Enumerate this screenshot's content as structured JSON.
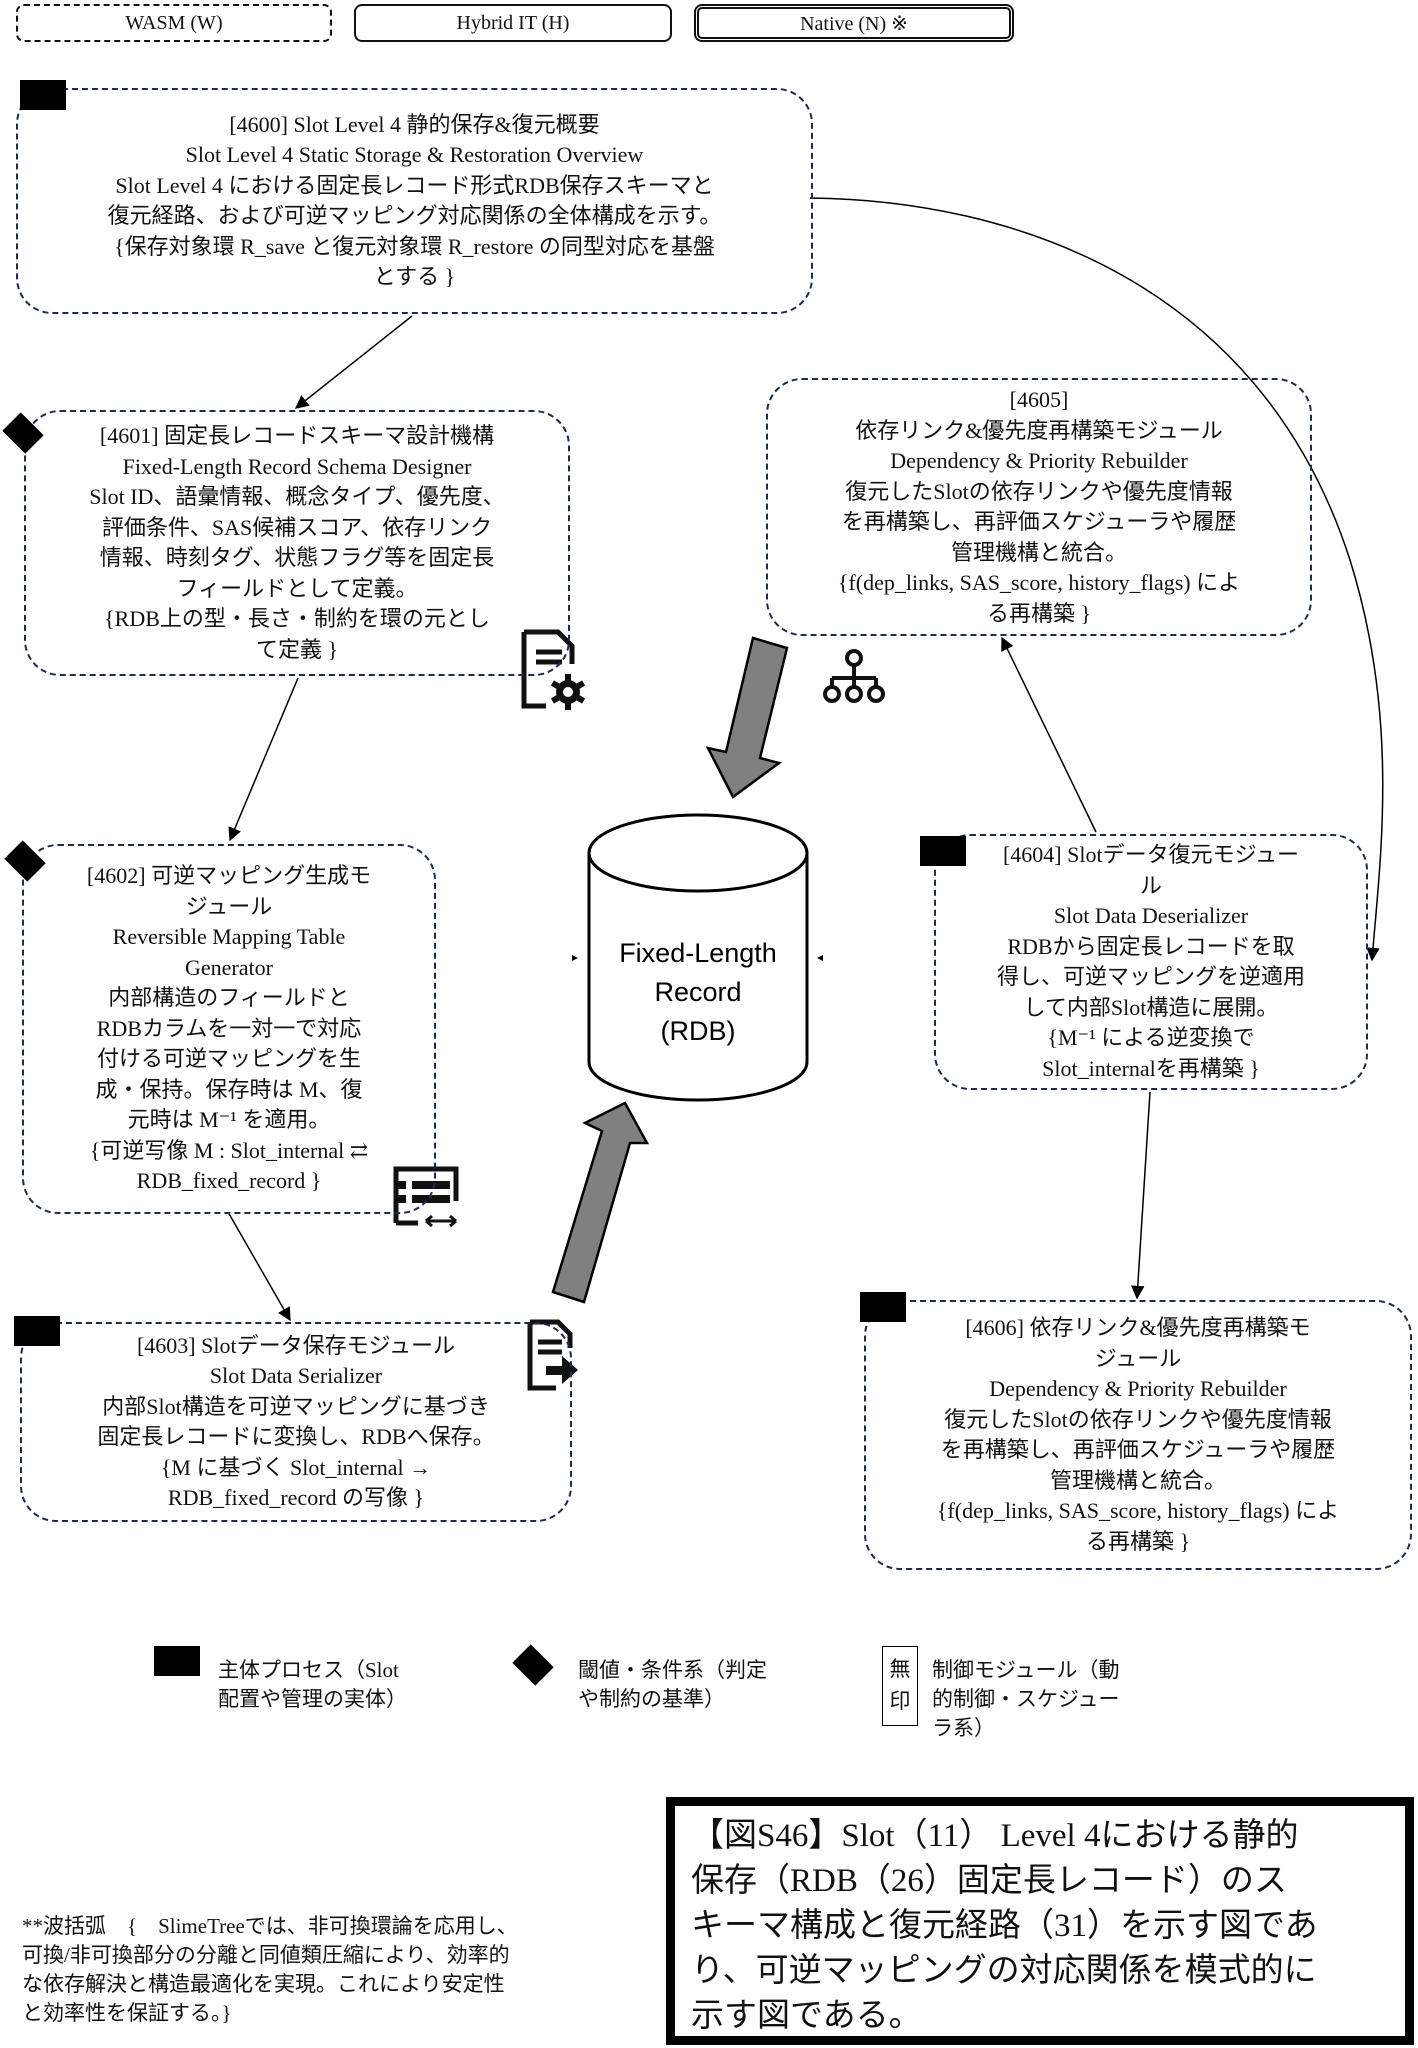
{
  "mode_buttons": [
    {
      "label": "WASM (W)",
      "style": "dashed"
    },
    {
      "label": "Hybrid IT (H)",
      "style": "solid"
    },
    {
      "label": "Native (N) ※",
      "style": "double",
      "selected": true
    }
  ],
  "nodes": {
    "n4600": {
      "marker": "square",
      "lines": [
        "[4600] Slot Level 4 静的保存&復元概要",
        "Slot Level 4 Static Storage & Restoration Overview",
        "Slot Level 4 における固定長レコード形式RDB保存スキーマと",
        "復元経路、および可逆マッピング対応関係の全体構成を示す。",
        "{保存対象環 R_save と復元対象環 R_restore の同型対応を基盤",
        "とする }"
      ]
    },
    "n4601": {
      "marker": "diamond",
      "icon": "document-gear-icon",
      "lines": [
        "[4601] 固定長レコードスキーマ設計機構",
        "Fixed-Length Record Schema Designer",
        "Slot ID、語彙情報、概念タイプ、優先度、",
        "評価条件、SAS候補スコア、依存リンク",
        "情報、時刻タグ、状態フラグ等を固定長",
        "フィールドとして定義。",
        "{RDB上の型・長さ・制約を環の元とし",
        "て定義 }"
      ]
    },
    "n4602": {
      "marker": "diamond",
      "icon": "table-swap-icon",
      "lines": [
        "[4602] 可逆マッピング生成モ",
        "ジュール",
        "Reversible Mapping Table",
        "Generator",
        "内部構造のフィールドと",
        "RDBカラムを一対一で対応",
        "付ける可逆マッピングを生",
        "成・保持。保存時は M、復",
        "元時は M⁻¹ を適用。",
        "{可逆写像 M : Slot_internal ⇄",
        "RDB_fixed_record }"
      ]
    },
    "n4603": {
      "marker": "square",
      "icon": "document-export-icon",
      "lines": [
        "[4603] Slotデータ保存モジュール",
        "Slot Data Serializer",
        "内部Slot構造を可逆マッピングに基づき",
        "固定長レコードに変換し、RDBへ保存。",
        "{M に基づく Slot_internal →",
        "RDB_fixed_record の写像 }"
      ]
    },
    "n4604": {
      "marker": "square",
      "lines": [
        "[4604] Slotデータ復元モジュー",
        "ル",
        "Slot Data Deserializer",
        "RDBから固定長レコードを取",
        "得し、可逆マッピングを逆適用",
        "して内部Slot構造に展開。",
        "{M⁻¹ による逆変換で",
        "Slot_internalを再構築 }"
      ]
    },
    "n4605": {
      "marker": "none",
      "icon": "hierarchy-icon",
      "lines": [
        "[4605]",
        "依存リンク&優先度再構築モジュール",
        "Dependency & Priority Rebuilder",
        "復元したSlotの依存リンクや優先度情報",
        "を再構築し、再評価スケジューラや履歴",
        "管理機構と統合。",
        "{f(dep_links, SAS_score, history_flags) によ",
        "る再構築 }"
      ]
    },
    "n4606": {
      "marker": "square",
      "lines": [
        "[4606] 依存リンク&優先度再構築モ",
        "ジュール",
        "Dependency & Priority Rebuilder",
        "復元したSlotの依存リンクや優先度情報",
        "を再構築し、再評価スケジューラや履歴",
        "管理機構と統合。",
        "{f(dep_links, SAS_score, history_flags) によ",
        "る再構築 }"
      ]
    }
  },
  "database": {
    "icon": "database-cylinder-icon",
    "lines": [
      "Fixed-Length",
      "Record",
      "(RDB)"
    ]
  },
  "edges": [
    {
      "from": "4600",
      "to": "4601",
      "style": "thin-arrow"
    },
    {
      "from": "4600",
      "to": "4604",
      "style": "thin-curved-arrow"
    },
    {
      "from": "4601",
      "to": "4602",
      "style": "thin-arrow"
    },
    {
      "from": "4602",
      "to": "4603",
      "style": "thin-arrow"
    },
    {
      "from": "4603",
      "to": "database",
      "style": "block-arrow"
    },
    {
      "from": "4605",
      "to": "database",
      "style": "block-arrow"
    },
    {
      "from": "4604",
      "to": "4605",
      "style": "thin-arrow"
    },
    {
      "from": "4604",
      "to": "4606",
      "style": "thin-arrow"
    }
  ],
  "legend": [
    {
      "symbol": "square",
      "lines": [
        "主体プロセス（Slot",
        "配置や管理の実体）"
      ]
    },
    {
      "symbol": "diamond",
      "lines": [
        "閾値・条件系（判定",
        "や制約の基準）"
      ]
    },
    {
      "symbol": "box",
      "box_lines": [
        "無",
        "印"
      ],
      "lines": [
        "制御モジュール（動",
        "的制御・スケジュー",
        "ラ系）"
      ]
    }
  ],
  "footnote": {
    "lines": [
      "**波括弧　{　SlimeTreeでは、非可換環論を応用し、",
      "可換/非可換部分の分離と同値類圧縮により、効率的",
      "な依存解決と構造最適化を実現。これにより安定性",
      "と効率性を保証する。}"
    ]
  },
  "caption": {
    "lines": [
      "【図S46】Slot（11） Level 4における静的",
      "保存（RDB（26）固定長レコード）のス",
      "キーマ構成と復元経路（31）を示す図であ",
      "り、可逆マッピングの対応関係を模式的に",
      "示す図である。"
    ]
  },
  "colors": {
    "node_border": "#1c2b4f",
    "block_arrow_fill": "#808080",
    "ink": "#000000"
  }
}
